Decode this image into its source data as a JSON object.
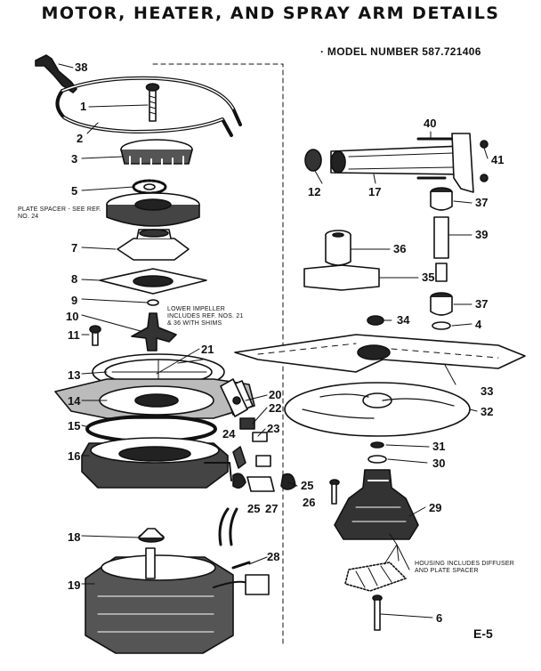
{
  "title": "MOTOR, HEATER, AND SPRAY ARM DETAILS",
  "model_number": "· MODEL NUMBER 587.721406",
  "page_label": "E-5",
  "notes": {
    "plate_spacer": "PLATE SPACER - SEE REF. NO. 24",
    "lower_impeller": "LOWER IMPELLER INCLUDES REF. NOS. 21 & 36 WITH SHIMS",
    "housing": "HOUSING INCLUDES DIFFUSER AND PLATE SPACER"
  },
  "part_labels": [
    "38",
    "1",
    "2",
    "3",
    "5",
    "7",
    "8",
    "9",
    "10",
    "11",
    "13",
    "14",
    "15",
    "16",
    "18",
    "19",
    "21",
    "20",
    "22",
    "23",
    "24",
    "25",
    "25",
    "27",
    "26",
    "28",
    "29",
    "6",
    "30",
    "31",
    "32",
    "33",
    "34",
    "35",
    "36",
    "37",
    "37",
    "4",
    "39",
    "40",
    "41",
    "12",
    "17"
  ]
}
